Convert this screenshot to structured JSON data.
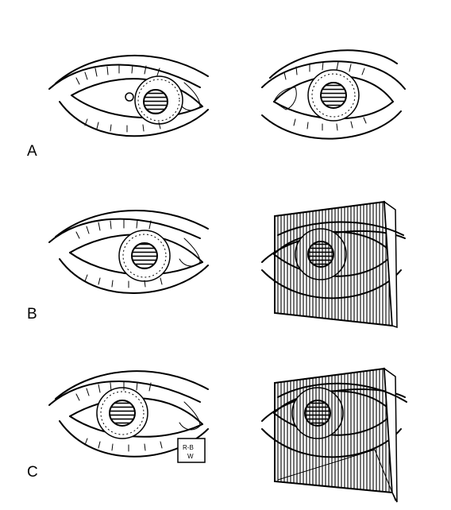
{
  "rows": [
    {
      "label": "A",
      "left_eye": "eye-looking-right",
      "right_eye": "eye-looking-center"
    },
    {
      "label": "B",
      "left_eye": "eye-looking-right",
      "right_eye": "eye-behind-occluder"
    },
    {
      "label": "C",
      "left_eye": "eye-looking-center",
      "right_eye": "eye-behind-occluder"
    }
  ],
  "signature": {
    "line1": "R-B",
    "line2": "W"
  },
  "colors": {
    "ink": "#000000",
    "background": "#ffffff"
  }
}
